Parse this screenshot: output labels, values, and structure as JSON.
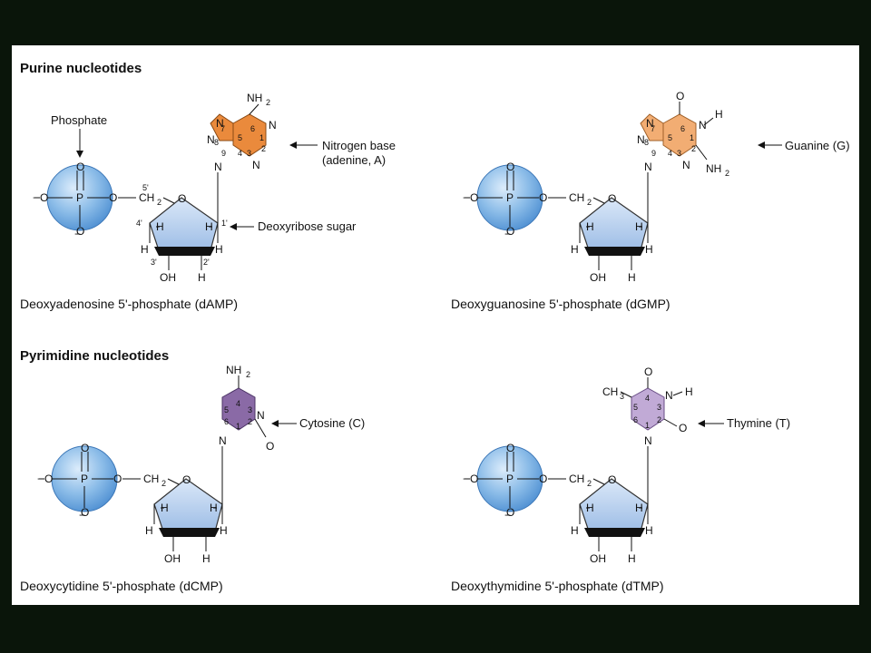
{
  "headings": {
    "purine": "Purine nucleotides",
    "pyrimidine": "Pyrimidine nucleotides"
  },
  "labels": {
    "phosphate": "Phosphate",
    "nitrogen_base_line1": "Nitrogen base",
    "nitrogen_base_line2": "(adenine, A)",
    "deoxyribose": "Deoxyribose sugar",
    "guanine": "Guanine (G)",
    "cytosine": "Cytosine (C)",
    "thymine": "Thymine (T)"
  },
  "captions": {
    "damp": "Deoxyadenosine 5'-phosphate (dAMP)",
    "dgmp": "Deoxyguanosine 5'-phosphate (dGMP)",
    "dcmp": "Deoxycytidine 5'-phosphate (dCMP)",
    "dtmp": "Deoxythymidine 5'-phosphate (dTMP)"
  },
  "atoms": {
    "P": "P",
    "O": "O",
    "H": "H",
    "N": "N",
    "OH": "OH",
    "CH2": "CH",
    "sub2": "2",
    "NH2": "NH",
    "CH3": "CH",
    "sub3": "3",
    "minus": "−"
  },
  "sugar_numbers": {
    "c5": "5'",
    "c4": "4'",
    "c3": "3'",
    "c2": "2'",
    "c1": "1'"
  },
  "ring_numbers": {
    "n1": "1",
    "n2": "2",
    "n3": "3",
    "n4": "4",
    "n5": "5",
    "n6": "6",
    "n7": "7",
    "n8": "8",
    "n9": "9"
  },
  "colors": {
    "phosphate": "#5d9ede",
    "sugar": "#a8c6ec",
    "adenine": "#ea8a3c",
    "guanine": "#f2ad73",
    "cytosine": "#8a6aa6",
    "thymine": "#c1aad6"
  }
}
